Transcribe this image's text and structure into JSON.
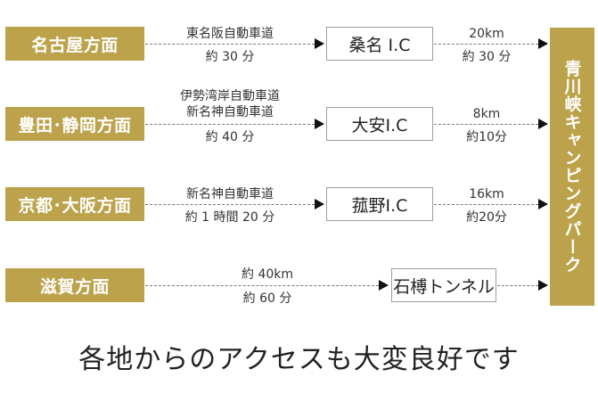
{
  "routes": [
    {
      "origin": "名古屋方面",
      "road": [
        "東名阪自動車道"
      ],
      "road_time": "約 30 分",
      "ic": "桑名 I.C",
      "ic_dist": "20km",
      "ic_time": "約 30 分"
    },
    {
      "origin": "豊田･静岡方面",
      "road": [
        "伊勢湾岸自動車道",
        "新名神自動車道"
      ],
      "road_time": "約 40 分",
      "ic": "大安I.C",
      "ic_dist": "8km",
      "ic_time": "約10分"
    },
    {
      "origin": "京都･大阪方面",
      "road": [
        "新名神自動車道"
      ],
      "road_time": "約 1 時間 20 分",
      "ic": "菰野I.C",
      "ic_dist": "16km",
      "ic_time": "約20分"
    },
    {
      "origin": "滋賀方面",
      "road": [
        "約 40km"
      ],
      "road_time": "約 60 分",
      "ic": "石榑トンネル",
      "ic_dist": "",
      "ic_time": ""
    }
  ],
  "destination": "青川峡キャンピングパーク",
  "tagline": "各地からのアクセスも大変良好です"
}
